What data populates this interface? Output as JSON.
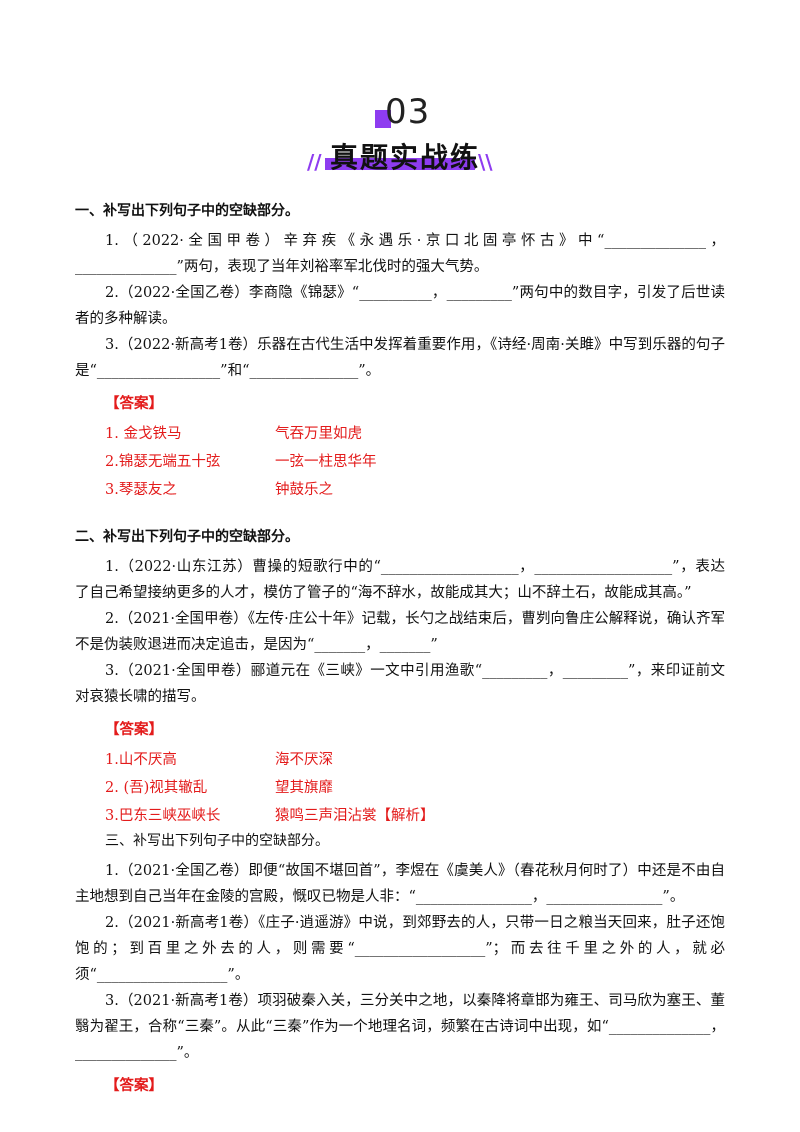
{
  "header": {
    "number": "03",
    "title": "真题实战练",
    "left_deco": "//",
    "right_deco": "\\\\"
  },
  "sections": [
    {
      "title": "一、补写出下列句子中的空缺部分。",
      "questions": [
        "1.（2022·全国甲卷）辛弃疾《永遇乐·京口北固亭怀古》中“______________，______________”两句，表现了当年刘裕率军北伐时的强大气势。",
        "2.（2022·全国乙卷）李商隐《锦瑟》“__________，_________”两句中的数目字，引发了后世读者的多种解读。",
        "3.（2022·新高考1卷）乐器在古代生活中发挥着重要作用，《诗经·周南·关雎》中写到乐器的句子是“_________________”和“_______________”。"
      ],
      "answer_label": "【答案】",
      "answers": [
        [
          "1. 金戈铁马",
          "气吞万里如虎"
        ],
        [
          "2.锦瑟无端五十弦",
          "一弦一柱思华年"
        ],
        [
          "3.琴瑟友之",
          "钟鼓乐之"
        ]
      ]
    },
    {
      "title": "二、补写出下列句子中的空缺部分。",
      "questions": [
        "1.（2022·山东江苏）曹操的短歌行中的“___________________，___________________”，表达了自己希望接纳更多的人才，模仿了管子的“海不辞水，故能成其大；山不辞土石，故能成其高。”",
        "2.（2021·全国甲卷）《左传·庄公十年》记载，长勺之战结束后，曹刿向鲁庄公解释说，确认齐军不是伪装败退进而决定追击，是因为“_______，_______”",
        "3.（2021·全国甲卷）郦道元在《三峡》一文中引用渔歌“_________，_________”，来印证前文对哀猿长啸的描写。"
      ],
      "answer_label": "【答案】",
      "answers": [
        [
          "1.山不厌高",
          "海不厌深"
        ],
        [
          "2. (吾)视其辙乱",
          "望其旗靡"
        ],
        [
          "3.巴东三峡巫峡长",
          "猿鸣三声泪沾裳【解析】"
        ]
      ]
    },
    {
      "title": "三、补写出下列句子中的空缺部分。",
      "questions": [
        "1.（2021·全国乙卷）即便“故国不堪回首”，李煜在《虞美人》（春花秋月何时了）中还是不由自主地想到自己当年在金陵的宫殿，慨叹已物是人非：“________________，________________”。",
        "2.（2021·新高考1卷）《庄子·逍遥游》中说，到郊野去的人，只带一日之粮当天回来，肚子还饱饱的；到百里之外去的人，则需要“__________________”；而去往千里之外的人，就必须“__________________”。",
        "3.（2021·新高考1卷）项羽破秦入关，三分关中之地，以秦降将章邯为雍王、司马欣为塞王、董翳为翟王，合称“三秦”。从此“三秦”作为一个地理名词，频繁在古诗词中出现，如“______________，______________”。"
      ],
      "answer_label": "【答案】",
      "answers": []
    }
  ]
}
